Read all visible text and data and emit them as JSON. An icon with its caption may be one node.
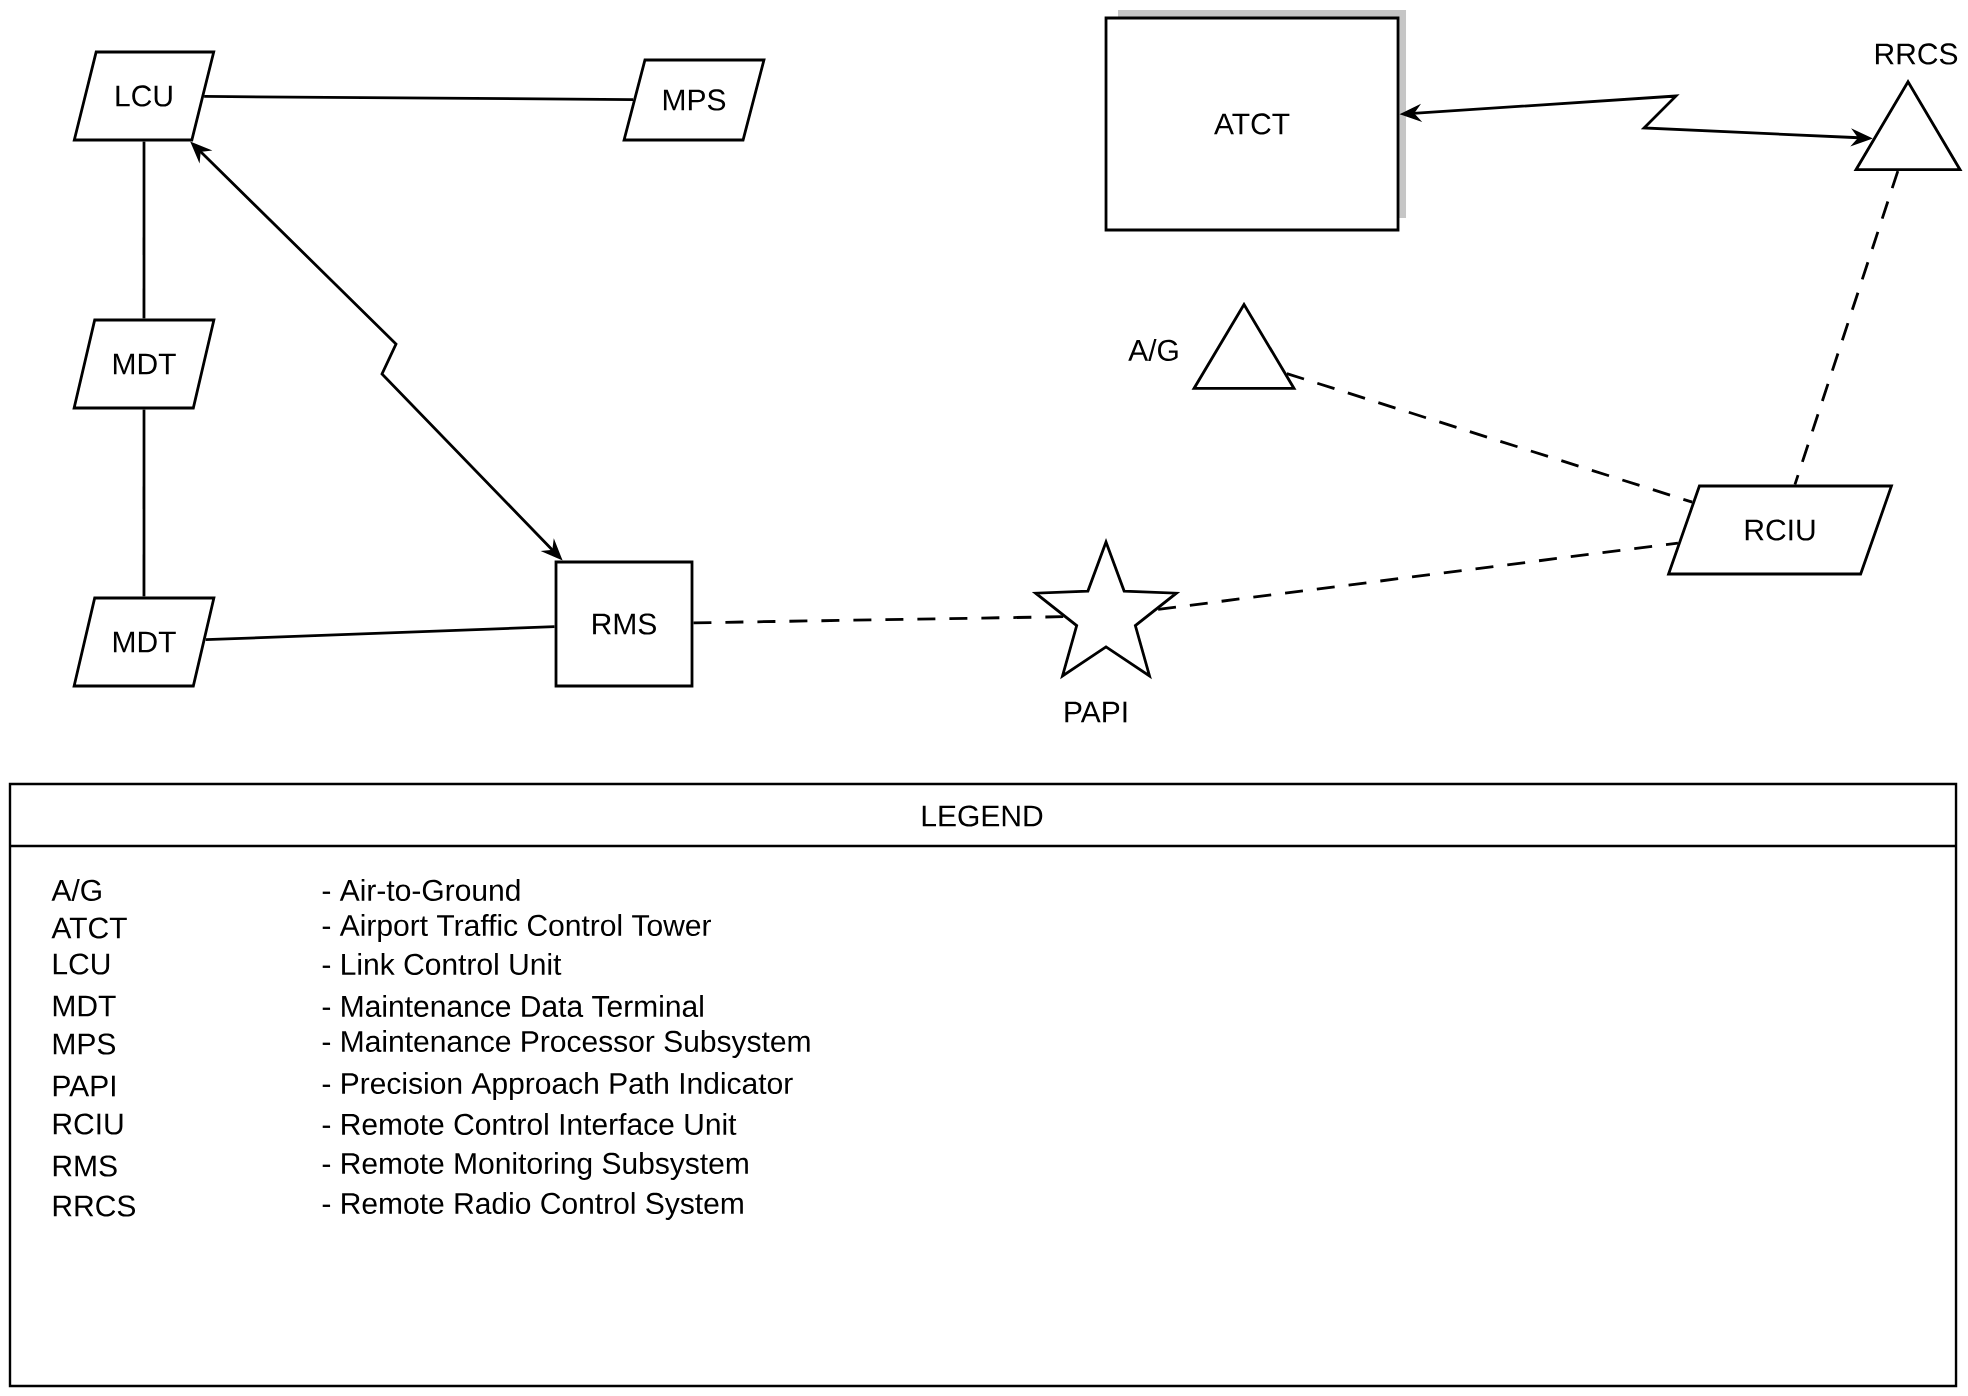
{
  "diagram": {
    "nodes": [
      {
        "text": [
          "LCU"
        ]
      },
      {
        "text": [
          "MPS"
        ]
      },
      {
        "text": [
          "ATCT"
        ]
      },
      {
        "text": [
          "RRCS"
        ]
      },
      {
        "text": [
          "A/G"
        ]
      },
      {
        "text": [
          "MDT"
        ]
      },
      {
        "text": [
          "RCIU"
        ]
      },
      {
        "text": [
          "MDT"
        ]
      },
      {
        "text": [
          "RMS"
        ]
      },
      {
        "text": [
          "PAPI"
        ]
      }
    ],
    "edges": [
      {
        "from": 0,
        "to": 1,
        "arrow": "none"
      },
      {
        "from": 0,
        "to": 5,
        "arrow": "none"
      },
      {
        "from": 5,
        "to": 7,
        "arrow": "none"
      },
      {
        "from": 7,
        "to": 8,
        "arrow": "none"
      },
      {
        "from": 0,
        "to": 8,
        "arrow": "both"
      },
      {
        "from": 2,
        "to": 3,
        "arrow": "both"
      },
      {
        "from": 8,
        "to": 9,
        "arrow": "none",
        "style": "dashed"
      },
      {
        "from": 9,
        "to": 6,
        "arrow": "none",
        "style": "dashed"
      },
      {
        "from": 4,
        "to": 6,
        "arrow": "none",
        "style": "dashed"
      },
      {
        "from": 3,
        "to": 6,
        "arrow": "none",
        "style": "dashed"
      }
    ],
    "labels": [
      "LEGEND",
      "A/G",
      "- Air-to-Ground",
      "ATCT",
      "- Airport Traffic Control Tower",
      "LCU",
      "- Link Control Unit",
      "MDT",
      "- Maintenance Data Terminal",
      "MPS",
      "- Maintenance Processor Subsystem",
      "PAPI",
      "- Precision Approach Path Indicator",
      "RCIU",
      "- Remote Control Interface Unit",
      "RMS",
      "- Remote Monitoring Subsystem",
      "RRCS",
      "- Remote Radio Control System"
    ]
  }
}
